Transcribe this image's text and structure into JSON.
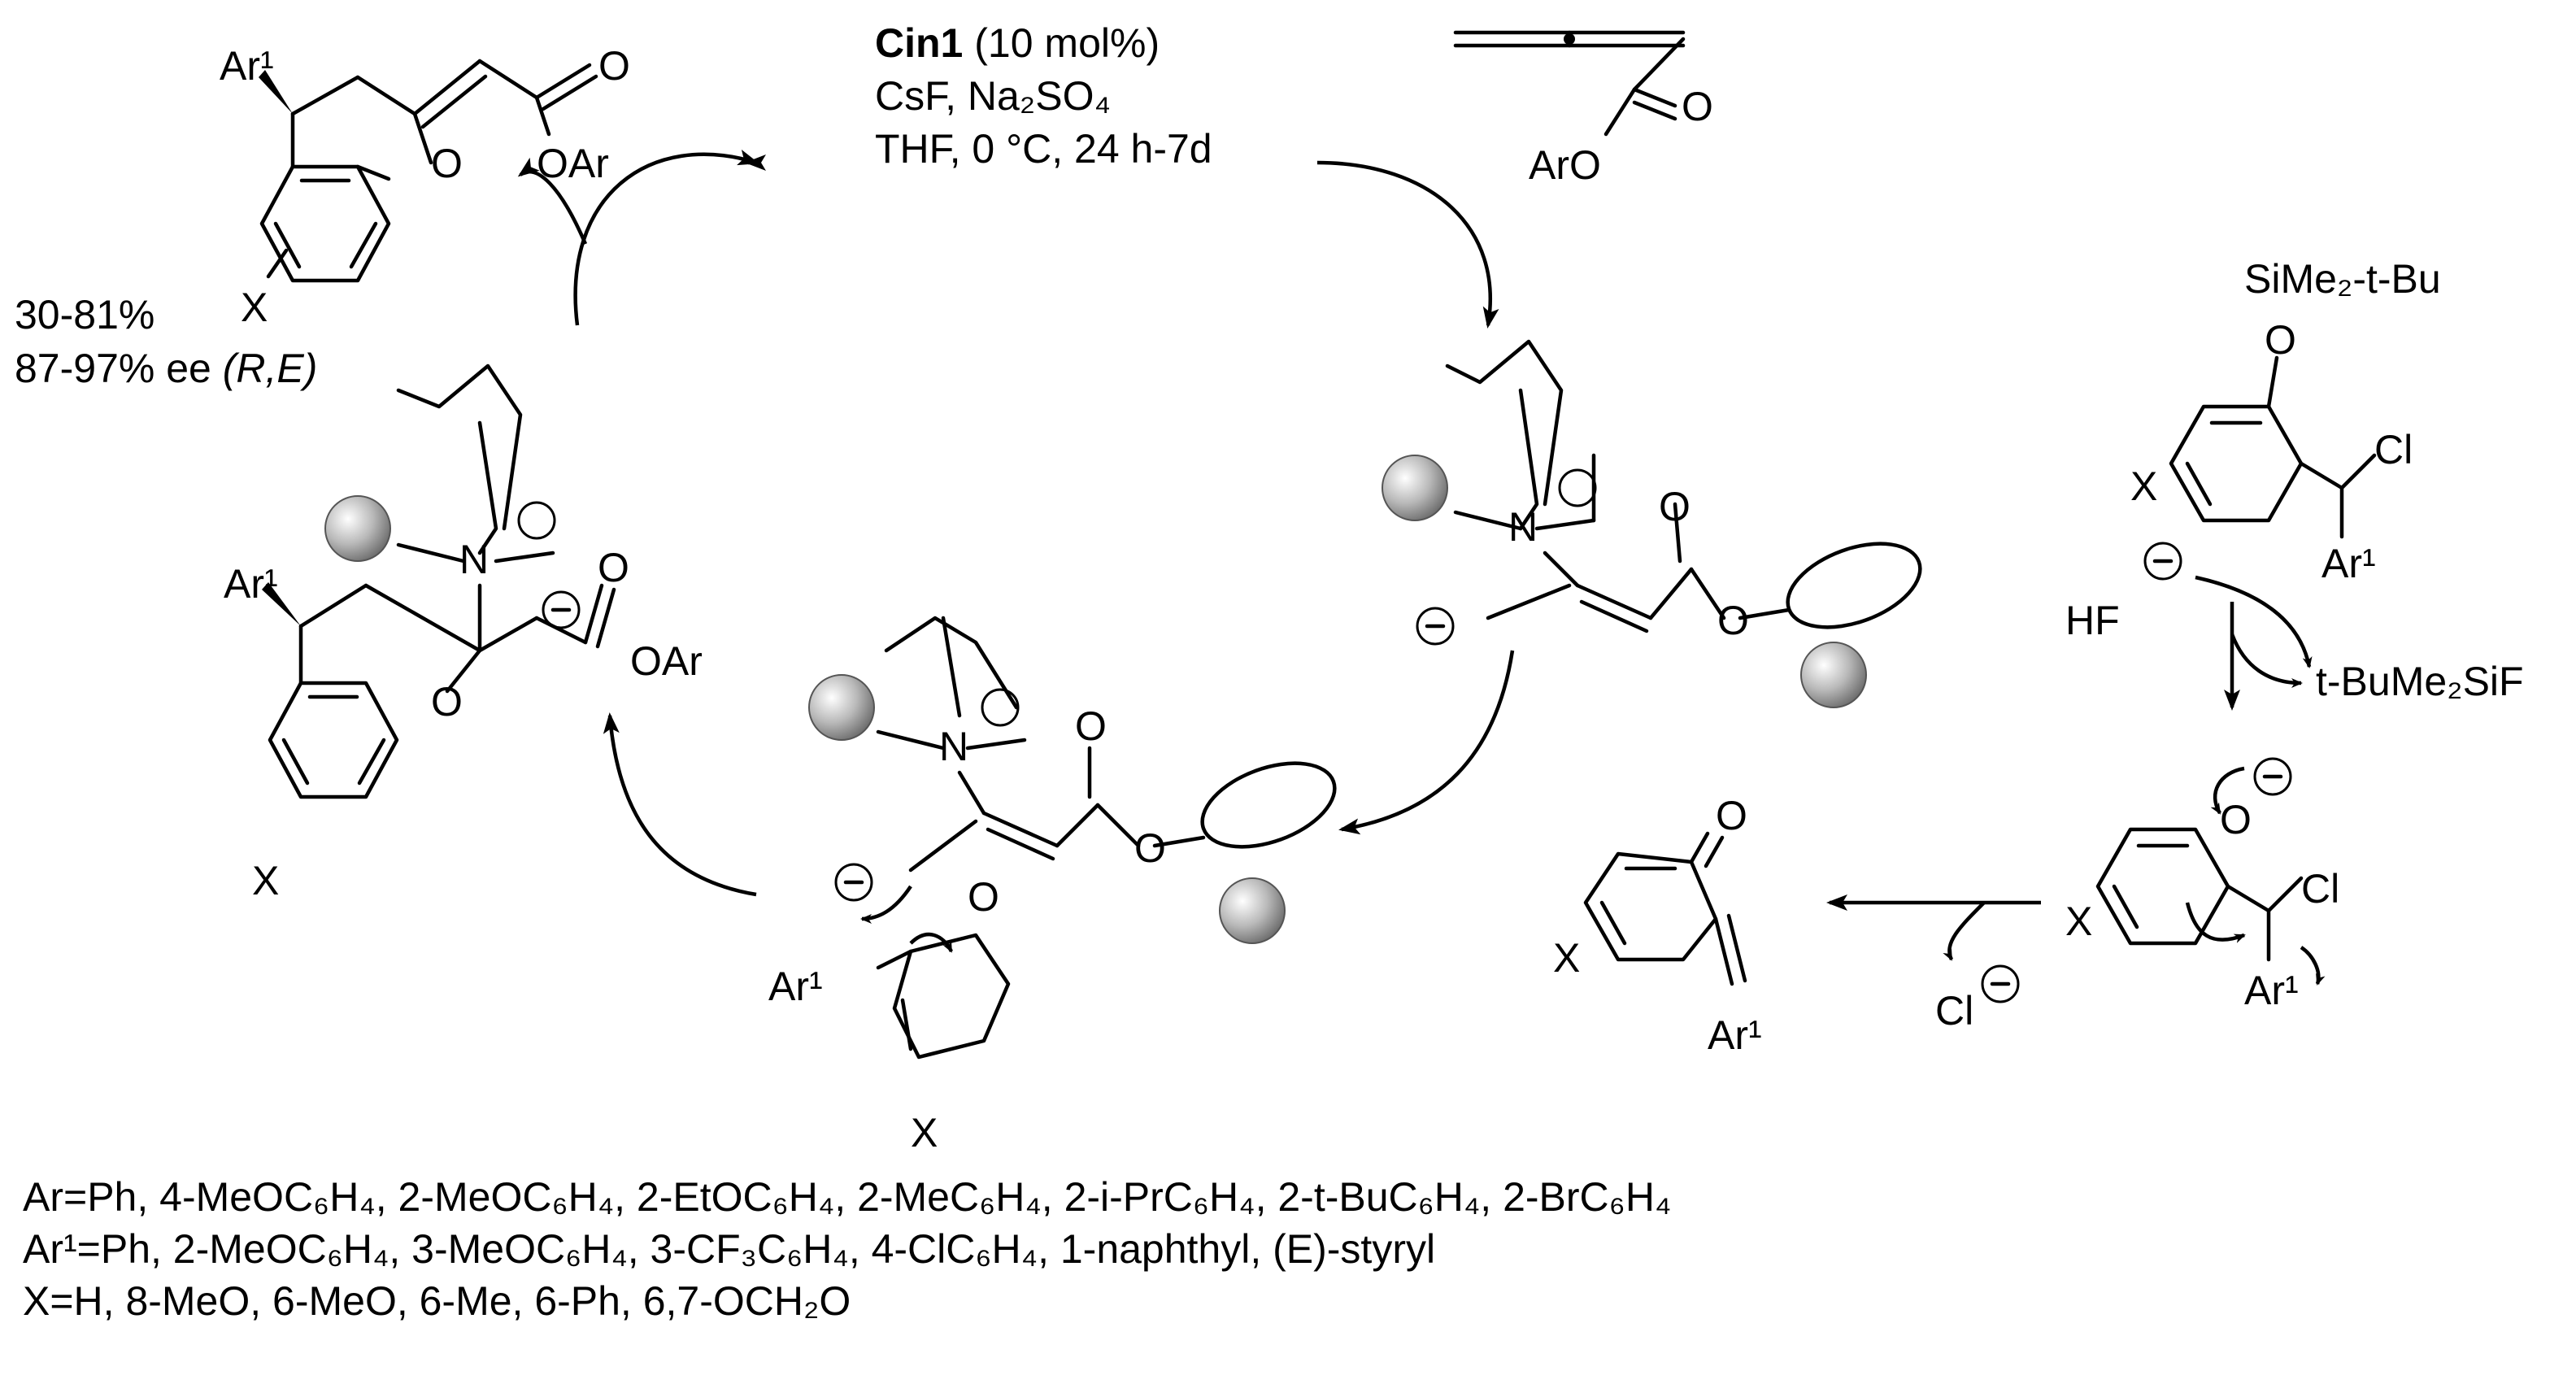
{
  "conditions": {
    "catalyst": "Cin1",
    "loading": "(10 mol%)",
    "reagents": "CsF, Na₂SO₄",
    "solvent_time": "THF, 0 °C, 24 h-7d"
  },
  "yield_ee": {
    "yield": "30-81%",
    "ee": "87-97% ee",
    "config": "(R,E)"
  },
  "reagent_labels": {
    "aryl_ester_oxygen": "ArO",
    "carbonyl_o": "O",
    "silyl_group": "SiMe₂-t-Bu",
    "chloride_leaving": "Cl",
    "fluoride_acid": "HF",
    "silyl_fluoride": "t-BuMe₂SiF",
    "chloride_ion": "Cl"
  },
  "substituents": {
    "ar_line": "Ar=Ph, 4-MeOC₆H₄, 2-MeOC₆H₄, 2-EtOC₆H₄, 2-MeC₆H₄, 2-i-PrC₆H₄, 2-t-BuC₆H₄, 2-BrC₆H₄",
    "ar1_line": "Ar¹=Ph, 2-MeOC₆H₄, 3-MeOC₆H₄, 3-CF₃C₆H₄, 4-ClC₆H₄, 1-naphthyl, (E)-styryl",
    "x_line": "X=H, 8-MeO, 6-MeO, 6-Me, 6-Ph, 6,7-OCH₂O"
  },
  "atom_labels": {
    "ar1": "Ar¹",
    "x": "X",
    "o": "O",
    "oar": "OAr",
    "n": "N",
    "cl": "Cl"
  }
}
